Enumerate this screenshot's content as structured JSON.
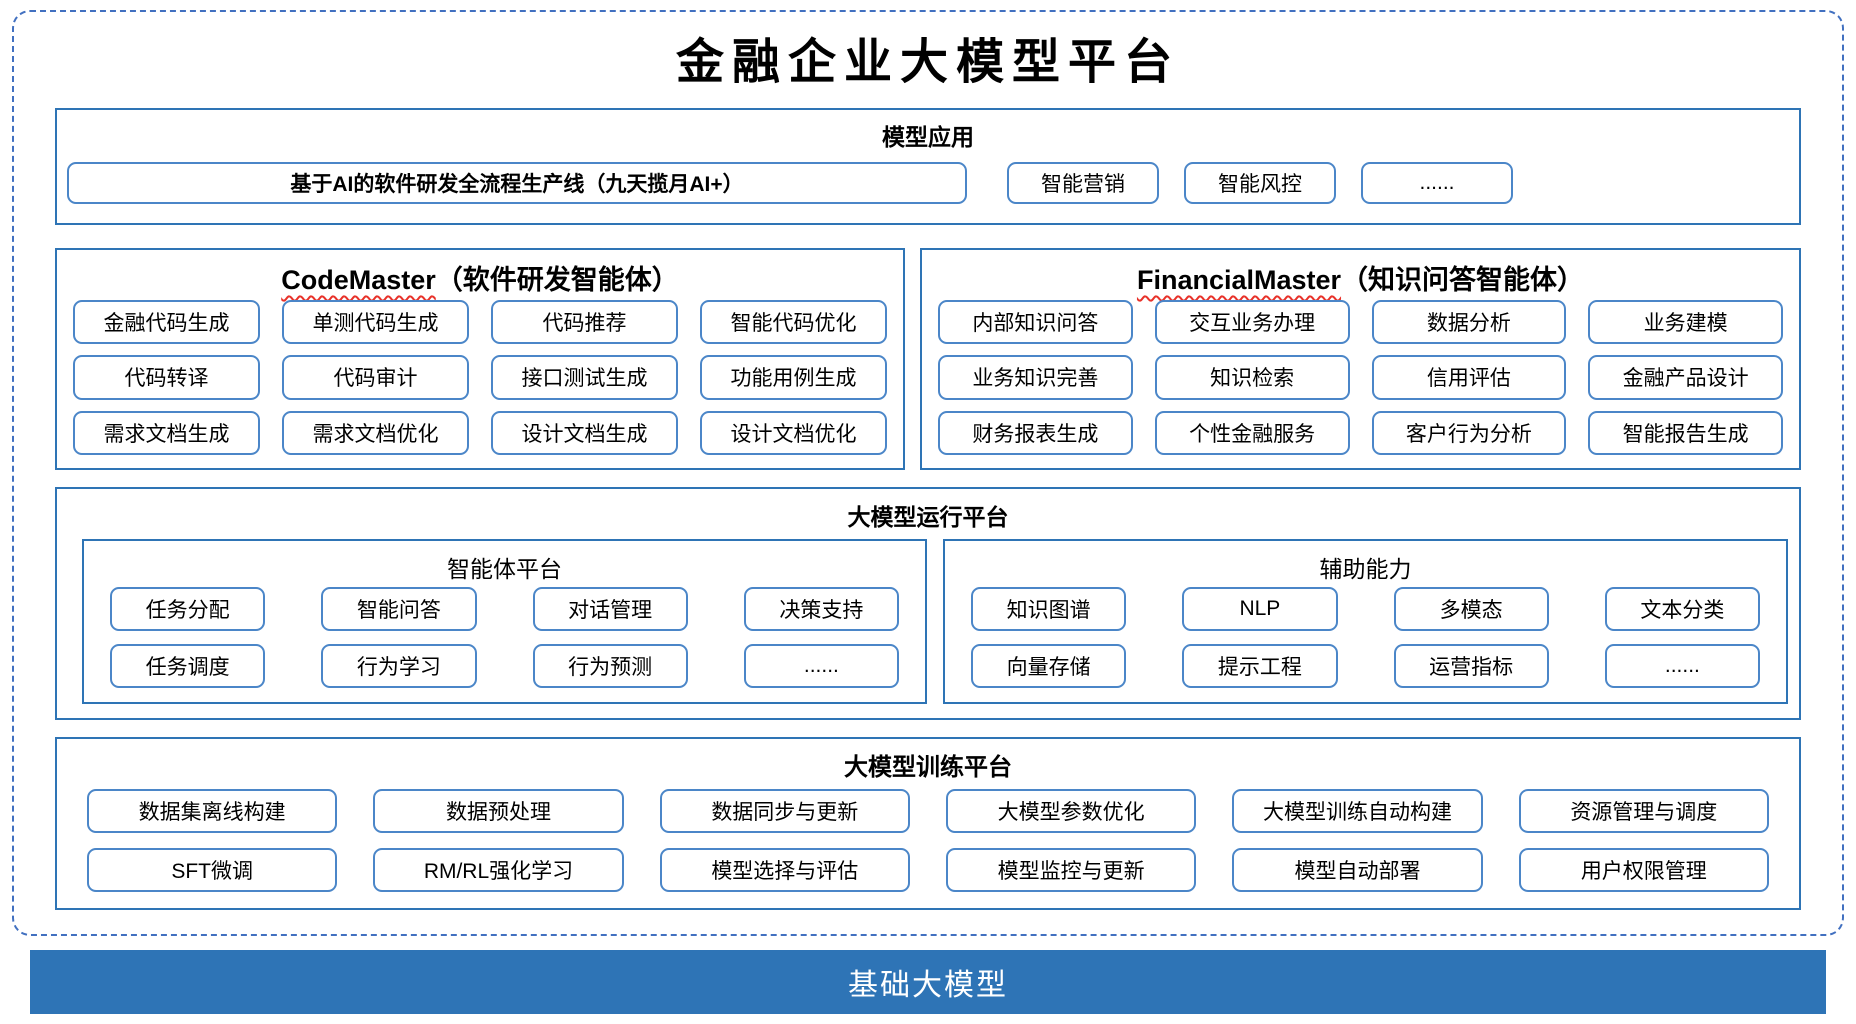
{
  "title": "金融企业大模型平台",
  "applications": {
    "title": "模型应用",
    "main_item": "基于AI的软件研发全流程生产线（九天揽月AI+）",
    "items": [
      "智能营销",
      "智能风控",
      "......"
    ]
  },
  "code_master": {
    "title_en": "CodeMaster",
    "title_zh": "（软件研发智能体）",
    "items": [
      "金融代码生成",
      "单测代码生成",
      "代码推荐",
      "智能代码优化",
      "代码转译",
      "代码审计",
      "接口测试生成",
      "功能用例生成",
      "需求文档生成",
      "需求文档优化",
      "设计文档生成",
      "设计文档优化"
    ]
  },
  "financial_master": {
    "title_en": "FinancialMaster",
    "title_zh": "（知识问答智能体）",
    "items": [
      "内部知识问答",
      "交互业务办理",
      "数据分析",
      "业务建模",
      "业务知识完善",
      "知识检索",
      "信用评估",
      "金融产品设计",
      "财务报表生成",
      "个性金融服务",
      "客户行为分析",
      "智能报告生成"
    ]
  },
  "runtime": {
    "title": "大模型运行平台",
    "agent_platform": {
      "title": "智能体平台",
      "items": [
        "任务分配",
        "智能问答",
        "对话管理",
        "决策支持",
        "任务调度",
        "行为学习",
        "行为预测",
        "......"
      ]
    },
    "auxiliary": {
      "title": "辅助能力",
      "items": [
        "知识图谱",
        "NLP",
        "多模态",
        "文本分类",
        "向量存储",
        "提示工程",
        "运营指标",
        "......"
      ]
    }
  },
  "training": {
    "title": "大模型训练平台",
    "items": [
      "数据集离线构建",
      "数据预处理",
      "数据同步与更新",
      "大模型参数优化",
      "大模型训练自动构建",
      "资源管理与调度",
      "SFT微调",
      "RM/RL强化学习",
      "模型选择与评估",
      "模型监控与更新",
      "模型自动部署",
      "用户权限管理"
    ]
  },
  "foundation": {
    "title": "基础大模型"
  },
  "colors": {
    "section_border": "#2E74B5",
    "item_border": "#4b86c8",
    "dashed_border": "#4170c0",
    "foundation_bg": "#2E74B6",
    "squiggle": "#e8322a"
  }
}
